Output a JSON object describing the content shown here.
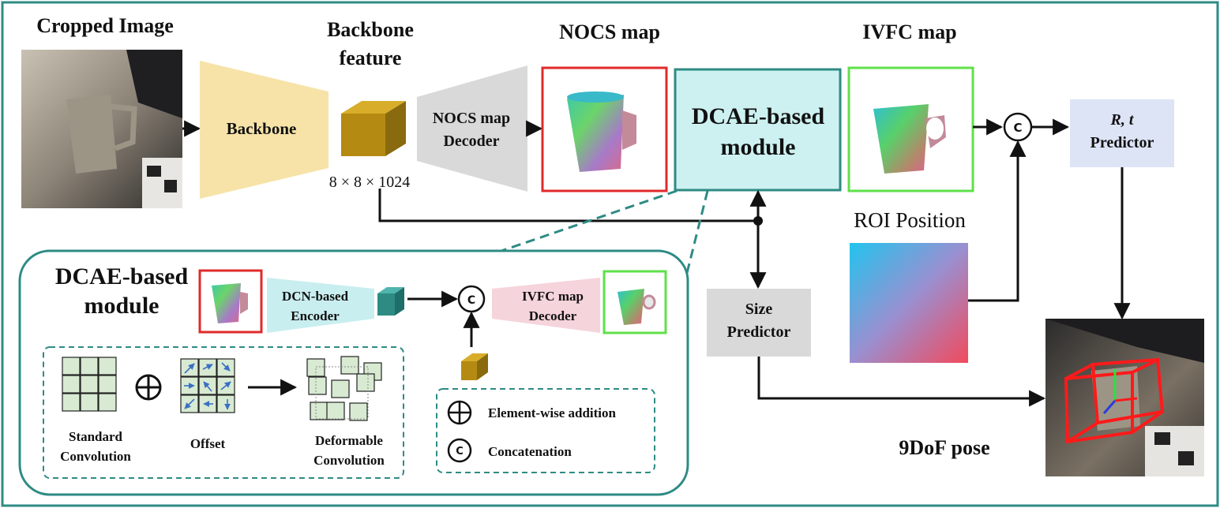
{
  "top": {
    "cropped_image_title": "Cropped Image",
    "backbone_label": "Backbone",
    "backbone_feature_title_line1": "Backbone",
    "backbone_feature_title_line2": "feature",
    "feature_dims": "8 × 8 × 1024",
    "nocs_decoder_line1": "NOCS map",
    "nocs_decoder_line2": "Decoder",
    "nocs_map_title": "NOCS map",
    "dcae_line1": "DCAE-based",
    "dcae_line2": "module",
    "ivfc_map_title": "IVFC map",
    "concat_symbol": "C",
    "rt_line1": "R, t",
    "rt_line2": "Predictor",
    "roi_title": "ROI Position",
    "size_line1": "Size",
    "size_line2": "Predictor",
    "pose_title": "9DoF pose"
  },
  "inset": {
    "title_line1": "DCAE-based",
    "title_line2": "module",
    "encoder_line1": "DCN-based",
    "encoder_line2": "Encoder",
    "concat_symbol": "C",
    "ivfc_decoder_line1": "IVFC map",
    "ivfc_decoder_line2": "Decoder",
    "standard_line1": "Standard",
    "standard_line2": "Convolution",
    "offset_label": "Offset",
    "deformable_line1": "Deformable",
    "deformable_line2": "Convolution",
    "legend_add_label": "Element-wise addition",
    "legend_concat_label": "Concatenation",
    "legend_concat_symbol": "C"
  },
  "colors": {
    "frame": "#2e8b84",
    "backbone_fill": "#f7e3a8",
    "cube_front": "#b58a12",
    "nocs_border": "#e02a2a",
    "ivfc_border": "#5fe04a",
    "dcae_fill": "#cdf1f1",
    "dcae_border": "#2e8b84",
    "rt_fill": "#dde4f6",
    "size_fill": "#d9d9d9",
    "encoder_fill": "#c9eef0",
    "decoder_fill": "#f6d4dc",
    "grid_fill": "#d8ead2"
  }
}
